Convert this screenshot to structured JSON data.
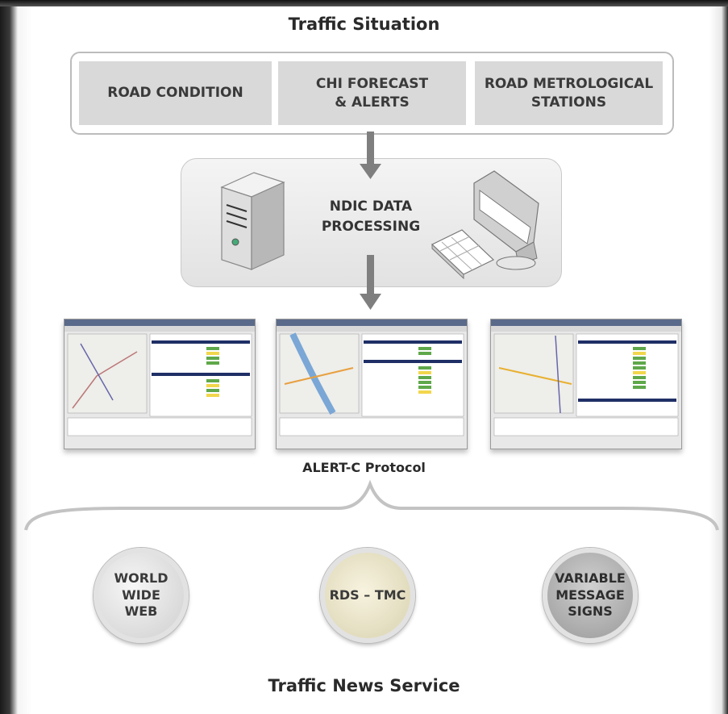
{
  "header": {
    "title": "Traffic Situation"
  },
  "sources": [
    {
      "label": "ROAD CONDITION"
    },
    {
      "label": "CHI FORECAST\n& ALERTS"
    },
    {
      "label": "ROAD METROLOGICAL\nSTATIONS"
    }
  ],
  "processing": {
    "label": "NDIC DATA\nPROCESSING"
  },
  "protocol": {
    "label": "ALERT-C Protocol"
  },
  "outputs": [
    {
      "label": "WORLD\nWIDE\nWEB"
    },
    {
      "label": "RDS – TMC"
    },
    {
      "label": "VARIABLE\nMESSAGE\nSIGNS"
    }
  ],
  "footer": {
    "title": "Traffic News Service"
  },
  "colors": {
    "arrow": "#7f7f7f",
    "source_box": "#d9d9d9",
    "legend_green": "#5fa84a",
    "legend_yellow": "#f2d64b"
  }
}
